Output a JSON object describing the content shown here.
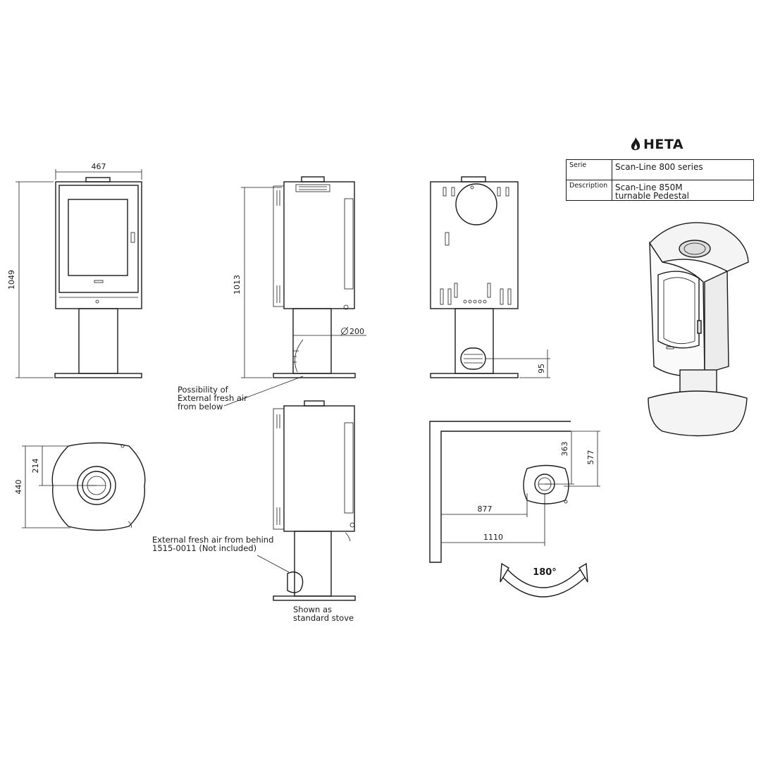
{
  "brand": {
    "name": "HETA"
  },
  "info_table": [
    {
      "key": "Serie",
      "value": "Scan-Line 800 series"
    },
    {
      "key": "Description",
      "value": "Scan-Line 850M",
      "value2": "turnable Pedestal"
    }
  ],
  "dimensions": {
    "width": "467",
    "height_total": "1049",
    "height_side": "1013",
    "pipe_diameter": "200",
    "air_inlet_height": "95",
    "depth": "440",
    "flue_offset": "214",
    "wall_363": "363",
    "wall_577": "577",
    "wall_877": "877",
    "wall_1110": "1110",
    "rotation": "180°"
  },
  "notes": {
    "fresh_air_below": [
      "Possibility of",
      "External fresh air",
      "from below"
    ],
    "fresh_air_behind": [
      "External fresh air from behind",
      "1515-0011 (Not included)"
    ],
    "standard_stove": [
      "Shown as",
      "standard stove"
    ]
  },
  "icons": {
    "flame": "flame-icon",
    "diameter": "diameter-symbol"
  }
}
